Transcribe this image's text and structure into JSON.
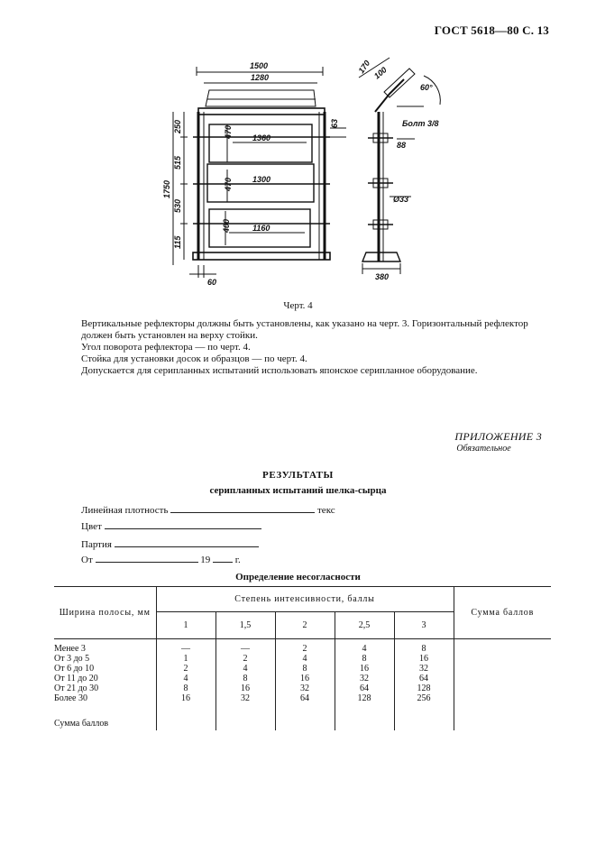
{
  "header": {
    "page_ref": "ГОСТ 5618—80 С. 13"
  },
  "drawing": {
    "dims": {
      "w1500": "1500",
      "w1280": "1280",
      "d63": "63",
      "w1360": "1360",
      "w1300": "1300",
      "w1160": "1160",
      "h470a": "470",
      "h470b": "470",
      "h400": "400",
      "h1750": "1750",
      "v250": "250",
      "v515": "515",
      "v530": "530",
      "v115": "115",
      "b60": "60",
      "r170": "170",
      "r100": "100",
      "angle": "60°",
      "bolt": "Болт 3/8",
      "d88": "88",
      "d33": "Ø33",
      "w380": "380"
    }
  },
  "caption": "Черт. 4",
  "paragraphs": [
    "Вертикальные рефлекторы должны быть установлены, как указано на черт. 3. Горизонтальный рефлектор должен быть установлен на верху стойки.",
    "Угол поворота рефлектора — по черт. 4.",
    "Стойка для установки досок и образцов — по черт. 4.",
    "Допускается для серипланных испытаний использовать японское серипланное оборудование."
  ],
  "appendix": {
    "title": "ПРИЛОЖЕНИЕ 3",
    "subtitle": "Обязательное"
  },
  "results": {
    "title": "РЕЗУЛЬТАТЫ",
    "subtitle": "серипланных испытаний шелка-сырца"
  },
  "form": {
    "density_label": "Линейная плотность",
    "density_unit": "текс",
    "color_label": "Цвет",
    "batch_label": "Партия",
    "from_label": "От",
    "year_prefix": "19",
    "year_suffix": "г."
  },
  "table": {
    "caption": "Определение несогласности",
    "col_width": "Ширина полосы, мм",
    "col_intensity": "Степень интенсивности, баллы",
    "col_sum": "Сумма баллов",
    "levels": [
      "1",
      "1,5",
      "2",
      "2,5",
      "3"
    ],
    "rows": [
      {
        "label": "Менее 3",
        "values": [
          "—",
          "—",
          "2",
          "4",
          "8"
        ]
      },
      {
        "label": "От 3 до 5",
        "values": [
          "1",
          "2",
          "4",
          "8",
          "16"
        ]
      },
      {
        "label": "От 6 до 10",
        "values": [
          "2",
          "4",
          "8",
          "16",
          "32"
        ]
      },
      {
        "label": "От 11 до 20",
        "values": [
          "4",
          "8",
          "16",
          "32",
          "64"
        ]
      },
      {
        "label": "От 21 до 30",
        "values": [
          "8",
          "16",
          "32",
          "64",
          "128"
        ]
      },
      {
        "label": "Более 30",
        "values": [
          "16",
          "32",
          "64",
          "128",
          "256"
        ]
      }
    ],
    "total_label": "Сумма баллов"
  }
}
